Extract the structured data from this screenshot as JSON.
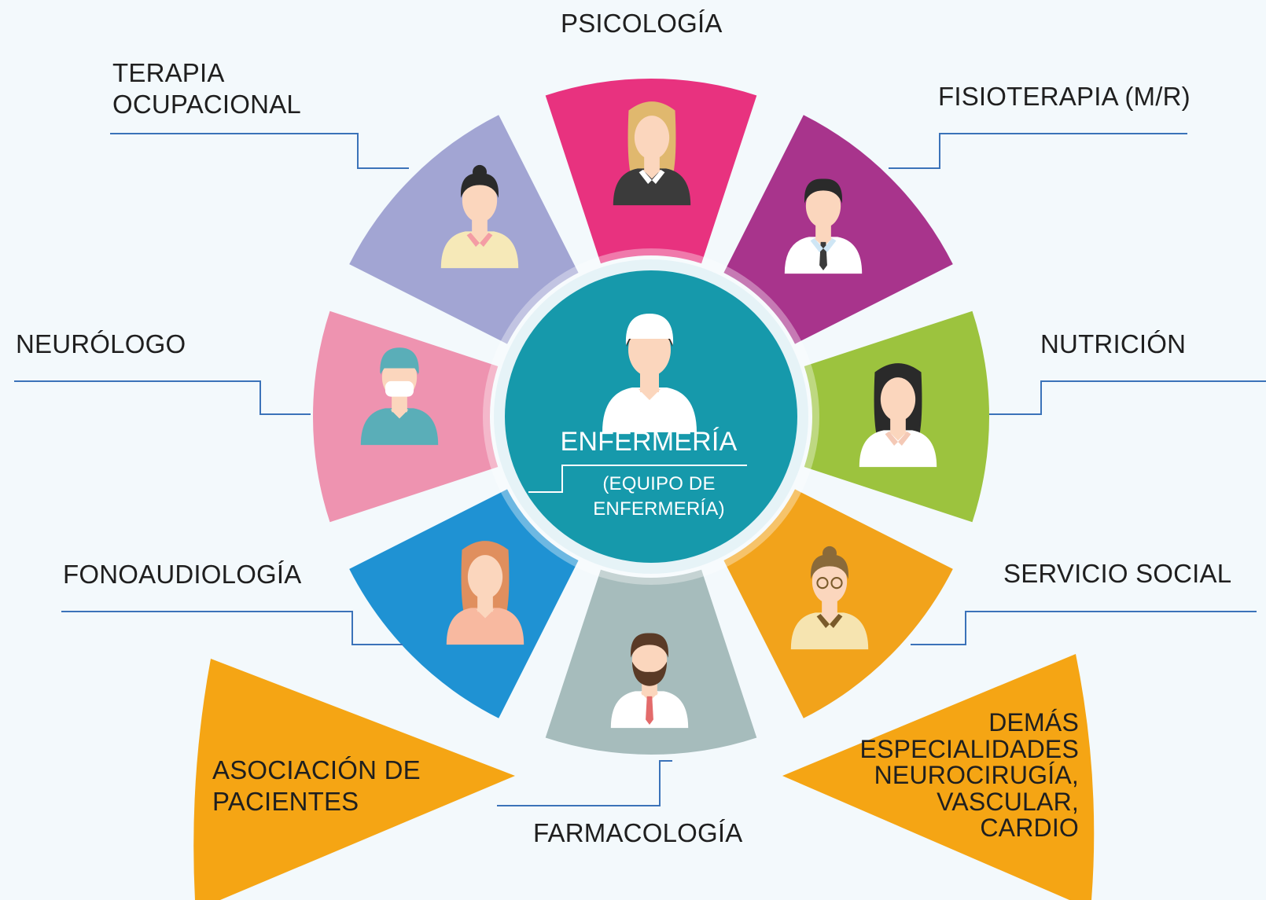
{
  "center": {
    "title": "ENFERMERÍA",
    "subtitle_line1": "(EQUIPO DE",
    "subtitle_line2": "ENFERMERÍA)"
  },
  "segments": [
    {
      "label": "PSICOLOGÍA",
      "color": "#e8327f"
    },
    {
      "label": "FISIOTERAPIA (M/R)",
      "color": "#a8348c"
    },
    {
      "label": "NUTRICIÓN",
      "color": "#9cc33e"
    },
    {
      "label": "SERVICIO SOCIAL",
      "color": "#f2a31b"
    },
    {
      "label": "FARMACOLOGÍA",
      "color": "#a6bcbc"
    },
    {
      "label": "FONOAUDIOLOGÍA",
      "color": "#1f92d3"
    },
    {
      "label": "NEURÓLOGO",
      "color": "#ee93b0"
    },
    {
      "label": "TERAPIA\nOCUPACIONAL",
      "color": "#a2a5d3"
    }
  ],
  "extras": {
    "left": {
      "label": "ASOCIACIÓN DE\nPACIENTES",
      "color": "#f5a514"
    },
    "right": {
      "label": "DEMÁS\nESPECIALIDADES\nNEUROCIRUGÍA,\nVASCULAR,\nCARDIO",
      "color": "#f5a514"
    }
  },
  "colors": {
    "center": "#1699ab",
    "line": "#3b73b9",
    "skin": "#fbd6bd"
  }
}
